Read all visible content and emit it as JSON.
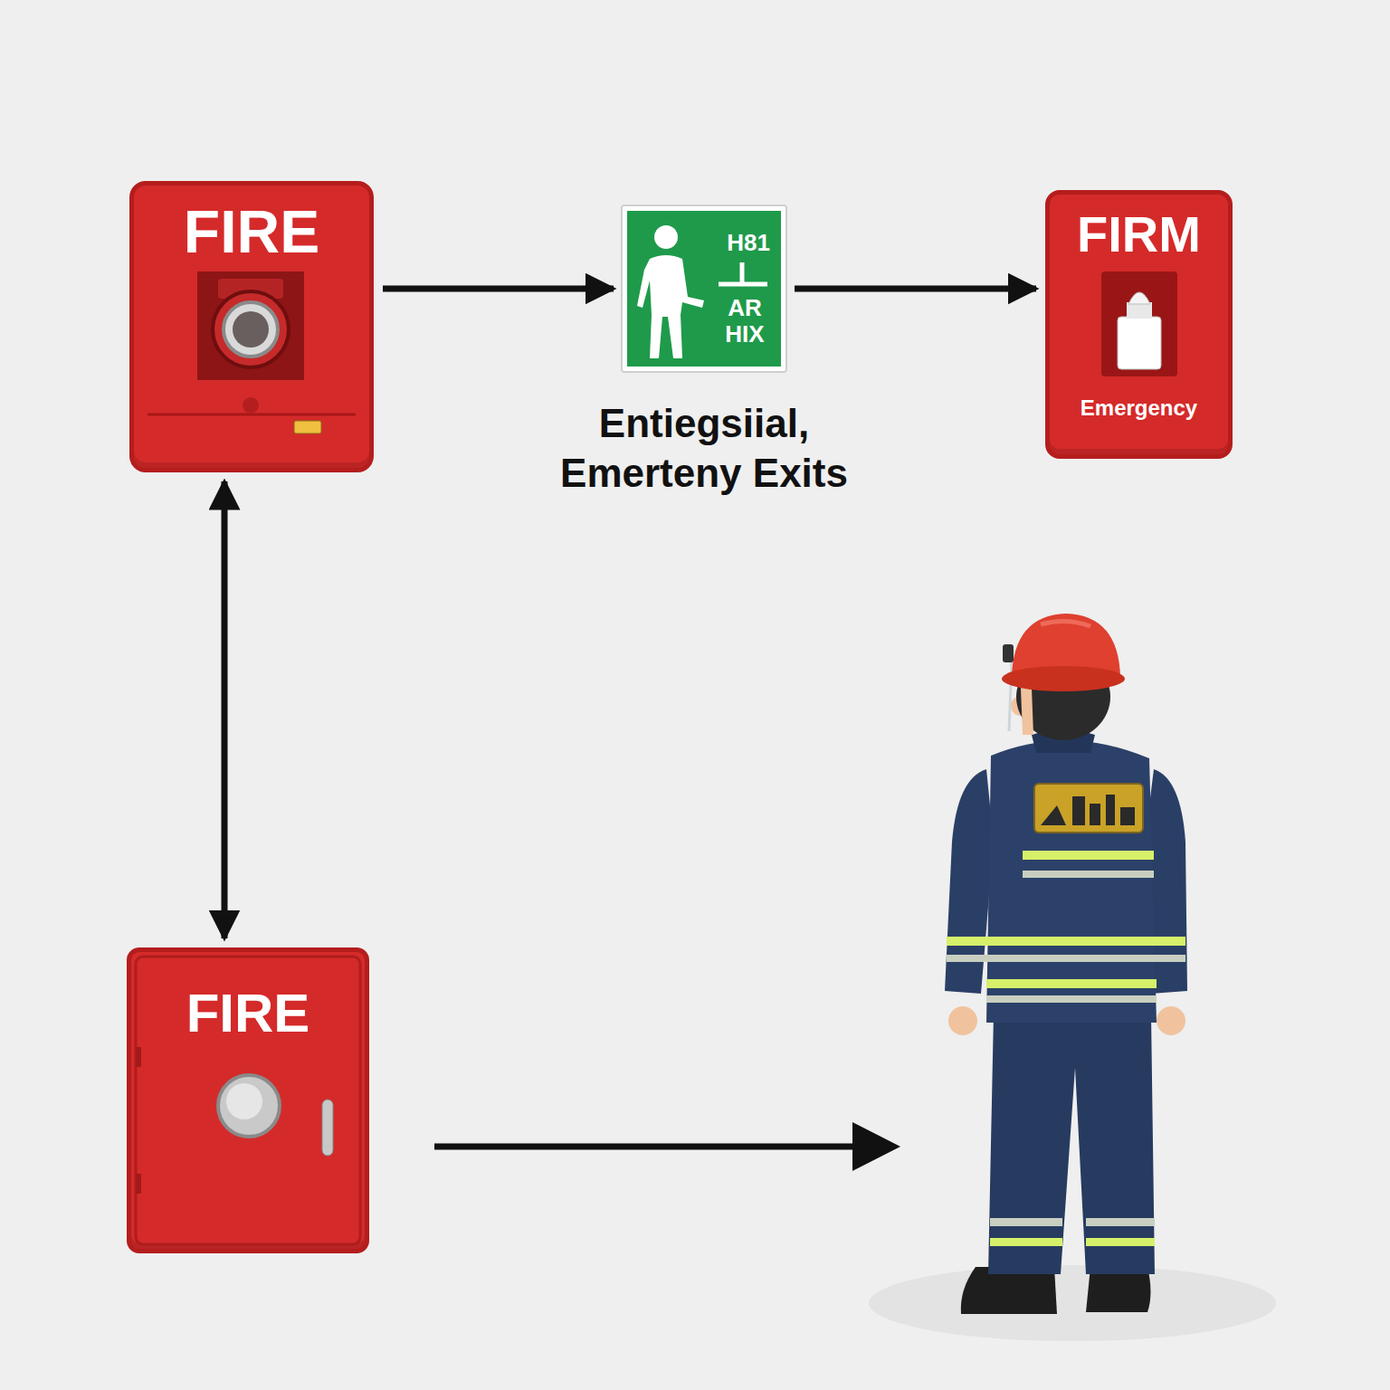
{
  "diagram": {
    "nodes": [
      {
        "text": [
          "FIRE"
        ]
      },
      {
        "text": [
          "H81",
          "AR HIX"
        ]
      },
      {
        "text": [
          "FIRM",
          "Emergency"
        ]
      },
      {
        "text": [
          "FIRE"
        ]
      }
    ],
    "edges": [
      {
        "from": 0,
        "to": 1,
        "arrow": "to"
      },
      {
        "from": 1,
        "to": 2,
        "arrow": "to"
      },
      {
        "from": 0,
        "to": 3,
        "arrow": "both"
      }
    ],
    "labels": [
      "Entiegsiial, Emerteny Exits"
    ]
  }
}
